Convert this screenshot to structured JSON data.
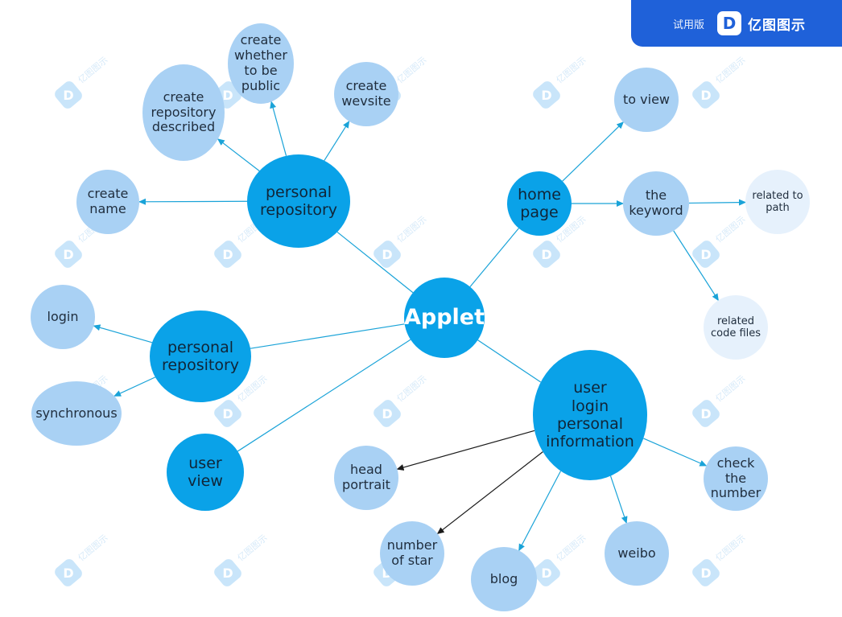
{
  "brand": {
    "trial_label": "试用版",
    "logo_glyph": "D",
    "product_name": "亿图图示"
  },
  "watermark_text": "亿图图示",
  "colors": {
    "primary_node": "#0aa2e8",
    "secondary_node": "#a9d1f4",
    "tertiary_node": "#e6f1fc",
    "edge": "#1aa3d8",
    "edge_dark": "#1a1a1a",
    "brand_bar": "#1f61d9"
  },
  "nodes": [
    {
      "id": "applet",
      "level": 0,
      "label": "Applet"
    },
    {
      "id": "repo_top",
      "level": 1,
      "label": "personal\nrepository"
    },
    {
      "id": "home",
      "level": 1,
      "label": "home\npage"
    },
    {
      "id": "repo_left",
      "level": 1,
      "label": "personal\nrepository"
    },
    {
      "id": "user_view",
      "level": 1,
      "label": "user\nview"
    },
    {
      "id": "user_info",
      "level": 1,
      "label": "user\nlogin\npersonal\ninformation"
    },
    {
      "id": "public",
      "level": 2,
      "label": "create\nwhether\nto be\npublic"
    },
    {
      "id": "described",
      "level": 2,
      "label": "create\nrepository\ndescribed"
    },
    {
      "id": "website",
      "level": 2,
      "label": "create\nwevsite"
    },
    {
      "id": "name",
      "level": 2,
      "label": "create\nname"
    },
    {
      "id": "toview",
      "level": 2,
      "label": "to view"
    },
    {
      "id": "keyword",
      "level": 2,
      "label": "the\nkeyword"
    },
    {
      "id": "path",
      "level": 3,
      "label": "related to\npath"
    },
    {
      "id": "codefiles",
      "level": 3,
      "label": "related\ncode files"
    },
    {
      "id": "login",
      "level": 2,
      "label": "login"
    },
    {
      "id": "sync",
      "level": 2,
      "label": "synchronous"
    },
    {
      "id": "portrait",
      "level": 2,
      "label": "head\nportrait"
    },
    {
      "id": "stars",
      "level": 2,
      "label": "number\nof star"
    },
    {
      "id": "blog",
      "level": 2,
      "label": "blog"
    },
    {
      "id": "weibo",
      "level": 2,
      "label": "weibo"
    },
    {
      "id": "checknum",
      "level": 2,
      "label": "check\nthe\nnumber"
    }
  ],
  "edges": [
    {
      "from": "applet",
      "to": "repo_top",
      "arrow": false
    },
    {
      "from": "applet",
      "to": "home",
      "arrow": false
    },
    {
      "from": "applet",
      "to": "repo_left",
      "arrow": false
    },
    {
      "from": "applet",
      "to": "user_view",
      "arrow": false
    },
    {
      "from": "applet",
      "to": "user_info",
      "arrow": false
    },
    {
      "from": "repo_top",
      "to": "public",
      "arrow": true
    },
    {
      "from": "repo_top",
      "to": "described",
      "arrow": true
    },
    {
      "from": "repo_top",
      "to": "website",
      "arrow": true
    },
    {
      "from": "repo_top",
      "to": "name",
      "arrow": true
    },
    {
      "from": "home",
      "to": "toview",
      "arrow": true
    },
    {
      "from": "home",
      "to": "keyword",
      "arrow": true
    },
    {
      "from": "keyword",
      "to": "path",
      "arrow": true
    },
    {
      "from": "keyword",
      "to": "codefiles",
      "arrow": true
    },
    {
      "from": "repo_left",
      "to": "login",
      "arrow": true
    },
    {
      "from": "repo_left",
      "to": "sync",
      "arrow": true
    },
    {
      "from": "user_info",
      "to": "portrait",
      "arrow": true,
      "dark": true
    },
    {
      "from": "user_info",
      "to": "stars",
      "arrow": true,
      "dark": true
    },
    {
      "from": "user_info",
      "to": "blog",
      "arrow": true
    },
    {
      "from": "user_info",
      "to": "weibo",
      "arrow": true
    },
    {
      "from": "user_info",
      "to": "checknum",
      "arrow": true
    }
  ]
}
